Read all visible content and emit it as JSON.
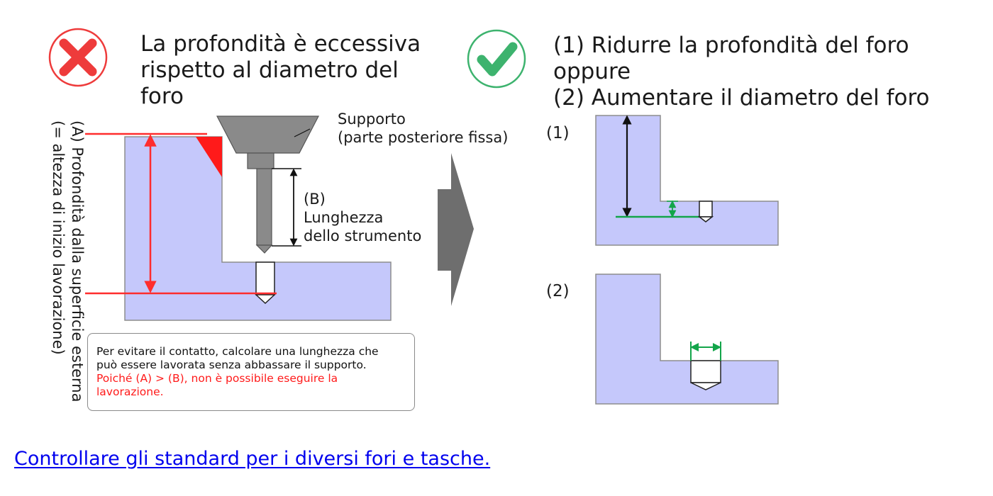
{
  "bad": {
    "icon": "x-circle-icon",
    "color": "#ee3b3b",
    "lines": [
      "La profondità è eccessiva",
      "rispetto al diametro del",
      "foro"
    ]
  },
  "good": {
    "icon": "check-circle-icon",
    "color": "#3db36e",
    "lines": [
      "(1) Ridurre la profondità del foro oppure",
      "(2) Aumentare il diametro del foro"
    ]
  },
  "left_diagram": {
    "holder_label": [
      "Supporto",
      "(parte posteriore fissa)"
    ],
    "tool_label": [
      "(B)",
      "Lunghezza",
      "dello strumento"
    ],
    "depth_label": [
      "(A) Profondità dalla superficie esterna",
      "(= altezza di inizio lavorazione)"
    ],
    "note": {
      "line1": "Per evitare il contatto, calcolare una lunghezza che",
      "line2": "può essere lavorata senza abbassare il supporto.",
      "line3_red": "Poiché (A) > (B), non è possibile eseguire la",
      "line4_red": "lavorazione."
    }
  },
  "right_diagram": {
    "label1": "(1)",
    "label2": "(2)"
  },
  "colors": {
    "workpiece_fill": "#c5c8fb",
    "red": "#ff2d2d",
    "green": "#13a54a",
    "arrow_gray": "#6e6e6e"
  },
  "link_text": "Controllare gli standard per i diversi fori e tasche."
}
